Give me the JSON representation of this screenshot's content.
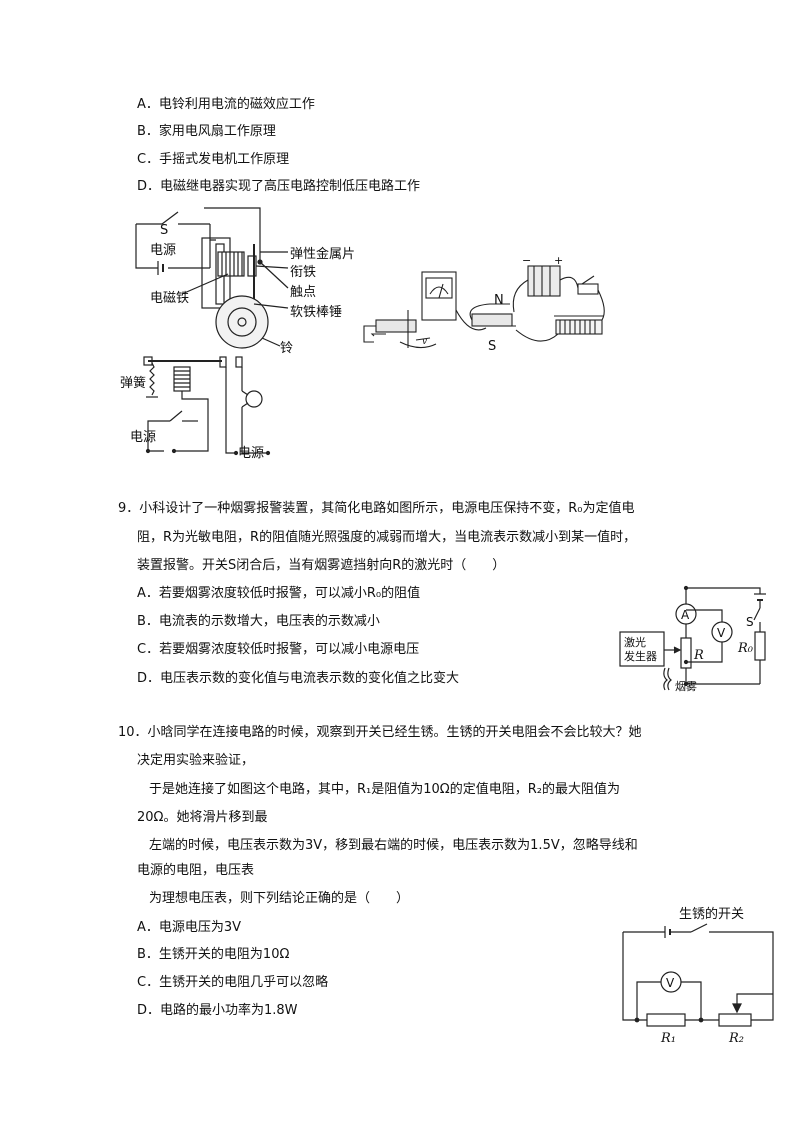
{
  "q8": {
    "options": [
      "A．电铃利用电流的磁效应工作",
      "B．家用电风扇工作原理",
      "C．手摇式发电机工作原理",
      "D．电磁继电器实现了高压电路控制低压电路工作"
    ],
    "fig_bell": {
      "s": "S",
      "power": "电源",
      "spring_sheet": "弹性金属片",
      "armature": "衔铁",
      "contact": "触点",
      "magnet": "电磁铁",
      "hammer": "软铁棒锤",
      "bell": "铃"
    },
    "fig_relay": {
      "spring": "弹簧",
      "power1": "电源",
      "power2": "电源"
    },
    "fig_motor": {
      "n": "N",
      "s": "S",
      "v": "v",
      "minus": "−",
      "plus": "+"
    }
  },
  "q9": {
    "stem": [
      "9．小科设计了一种烟雾报警装置，其简化电路如图所示，电源电压保持不变，R₀为定值电",
      "阻，R为光敏电阻，R的阻值随光照强度的减弱而增大，当电流表示数减小到某一值时，",
      "装置报警。开关S闭合后，当有烟雾遮挡射向R的激光时（　　）"
    ],
    "options": [
      "A．若要烟雾浓度较低时报警，可以减小R₀的阻值",
      "B．电流表的示数增大，电压表的示数减小",
      "C．若要烟雾浓度较低时报警，可以减小电源电压",
      "D．电压表示数的变化值与电流表示数的变化值之比变大"
    ],
    "figure": {
      "laser": "激光发生器",
      "laser_l1": "激光",
      "laser_l2": "发生器",
      "ammeter": "A",
      "voltmeter": "V",
      "switch": "S",
      "r": "R",
      "r0": "R₀",
      "smoke": "烟雾"
    }
  },
  "q10": {
    "stem": [
      "10．小晗同学在连接电路的时候，观察到开关已经生锈。生锈的开关电阻会不会比较大？她",
      "决定用实验来验证，",
      "于是她连接了如图这个电路，其中，R₁是阻值为10Ω的定值电阻，R₂的最大阻值为",
      "20Ω。她将滑片移到最",
      "左端的时候，电压表示数为3V，移到最右端的时候，电压表示数为1.5V，忽略导线和",
      "电源的电阻，电压表",
      "为理想电压表，则下列结论正确的是（　　）"
    ],
    "options": [
      "A．电源电压为3V",
      "B．生锈开关的电阻为10Ω",
      "C．生锈开关的电阻几乎可以忽略",
      "D．电路的最小功率为1.8W"
    ],
    "figure": {
      "rusty_switch": "生锈的开关",
      "voltmeter": "V",
      "r1": "R₁",
      "r2": "R₂"
    }
  }
}
